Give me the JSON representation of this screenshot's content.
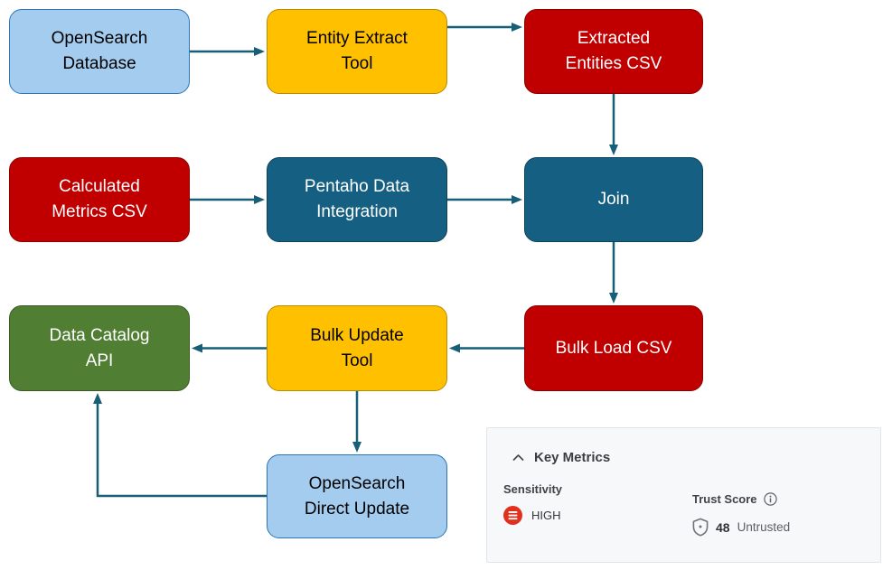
{
  "diagram": {
    "nodes": [
      {
        "id": "opensearch-database",
        "label": "OpenSearch\nDatabase",
        "color": "#A4CCEF"
      },
      {
        "id": "entity-extract-tool",
        "label": "Entity Extract\nTool",
        "color": "#FFC000"
      },
      {
        "id": "extracted-entities-csv",
        "label": "Extracted\nEntities CSV",
        "color": "#C00000"
      },
      {
        "id": "calculated-metrics-csv",
        "label": "Calculated\nMetrics CSV",
        "color": "#C00000"
      },
      {
        "id": "pentaho-data-integration",
        "label": "Pentaho Data\nIntegration",
        "color": "#156082"
      },
      {
        "id": "join",
        "label": "Join",
        "color": "#156082"
      },
      {
        "id": "data-catalog-api",
        "label": "Data Catalog\nAPI",
        "color": "#507E32"
      },
      {
        "id": "bulk-update-tool",
        "label": "Bulk Update\nTool",
        "color": "#FFC000"
      },
      {
        "id": "bulk-load-csv",
        "label": "Bulk Load CSV",
        "color": "#C00000"
      },
      {
        "id": "opensearch-direct-update",
        "label": "OpenSearch\nDirect Update",
        "color": "#A4CCEF"
      }
    ],
    "arrow_color": "#175E77"
  },
  "key_metrics": {
    "title": "Key Metrics",
    "sensitivity": {
      "label": "Sensitivity",
      "value": "HIGH",
      "icon_color": "#E0301E"
    },
    "trust_score": {
      "label": "Trust Score",
      "value": "48",
      "status": "Untrusted"
    }
  },
  "colors": {
    "light_blue": "#A4CCEF",
    "gold": "#FFC000",
    "red": "#C00000",
    "dark_blue": "#156082",
    "green": "#507E32",
    "arrow": "#175E77",
    "sensitivity_high": "#E0301E"
  }
}
